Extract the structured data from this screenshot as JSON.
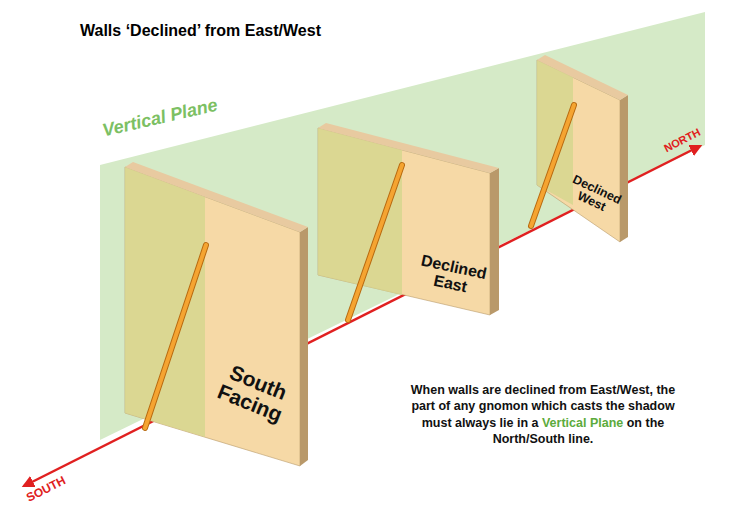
{
  "diagram": {
    "title": "Walls ‘Declined’ from East/West",
    "nodes": [
      {
        "text": [
          "South Facing"
        ]
      },
      {
        "text": [
          "Declined East"
        ]
      },
      {
        "text": [
          "Declined West"
        ]
      }
    ],
    "labels": [
      "Vertical Plane",
      "NORTH",
      "SOUTH",
      "When walls are declined from East/West, the part of any gnomon which casts the shadow must always lie in a Vertical Plane on the North/South line."
    ]
  }
}
